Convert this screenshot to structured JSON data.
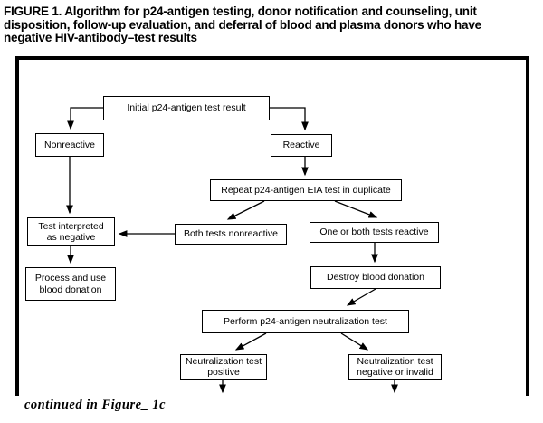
{
  "title": {
    "lines": [
      "FIGURE 1. Algorithm for p24-antigen testing, donor notification and counseling, unit",
      "disposition, follow-up evaluation, and deferral of blood and plasma donors who have",
      "negative HIV-antibody–test results"
    ]
  },
  "flowchart": {
    "nodes": {
      "initial": {
        "label": "Initial p24-antigen test result"
      },
      "nonreactive": {
        "label": "Nonreactive"
      },
      "reactive": {
        "label": "Reactive"
      },
      "repeat_eia": {
        "label": "Repeat p24-antigen EIA test in duplicate"
      },
      "both_nonreactive": {
        "label": "Both tests nonreactive"
      },
      "one_or_both_reactive": {
        "label": "One or both tests reactive"
      },
      "test_interpreted": {
        "line1": "Test interpreted",
        "line2": "as negative"
      },
      "process_use": {
        "line1": "Process and use",
        "line2": "blood donation"
      },
      "destroy": {
        "label": "Destroy blood donation"
      },
      "perform_neutralization": {
        "label": "Perform p24-antigen neutralization test"
      },
      "neutralization_positive": {
        "line1": "Neutralization test",
        "line2": "positive"
      },
      "neutralization_negative": {
        "line1": "Neutralization test",
        "line2": "negative or invalid"
      }
    },
    "colors": {
      "line": "#000000",
      "box_background": "#ffffff",
      "text": "#000000"
    }
  },
  "footer": {
    "continued_note": "continued in Figure_ 1c"
  }
}
